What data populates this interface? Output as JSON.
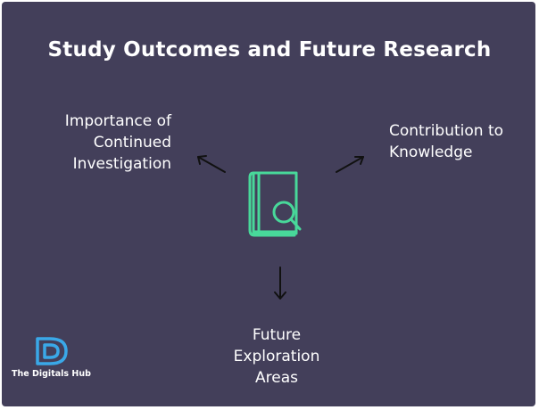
{
  "title": "Study Outcomes and Future Research",
  "nodes": {
    "left": [
      "Importance of",
      "Continued",
      "Investigation"
    ],
    "right": [
      "Contribution to",
      "Knowledge"
    ],
    "bottom": [
      "Future",
      "Exploration",
      "Areas"
    ]
  },
  "center_icon": "book-search-icon",
  "logo": {
    "text": "The Digitals Hub",
    "icon": "digitals-hub-logo-icon"
  },
  "colors": {
    "background": "#433f5a",
    "text": "#ffffff",
    "icon": "#48d89a",
    "arrow": "#111111",
    "logo": "#3aa8e8"
  }
}
